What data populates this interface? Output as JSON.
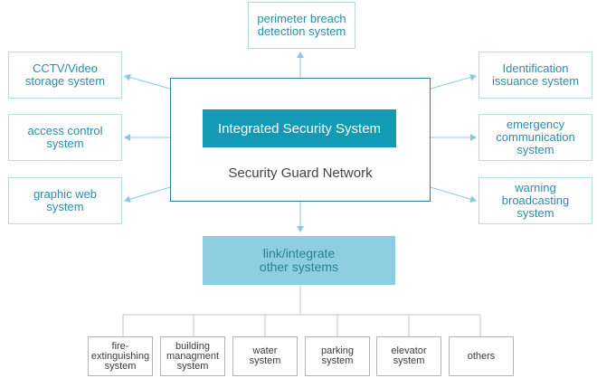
{
  "center": {
    "title": "Integrated Security System",
    "subtitle": "Security Guard Network"
  },
  "top": "perimeter breach\ndetection system",
  "left": [
    "CCTV/Video\nstorage system",
    "access control\nsystem",
    "graphic web\nsystem"
  ],
  "right": [
    "Identification\nissuance system",
    "emergency\ncommunication\nsystem",
    "warning\nbroadcasting\nsystem"
  ],
  "link": "link/integrate\nother systems",
  "bottom": [
    "fire-\nextinguishing\nsystem",
    "building\nmanagment\nsystem",
    "water\nsystem",
    "parking\nsystem",
    "elevator\nsystem",
    "others"
  ],
  "colors": {
    "accent": "#139ab5",
    "link_fill": "#8dcfe0",
    "arrow": "#8ccad9"
  }
}
